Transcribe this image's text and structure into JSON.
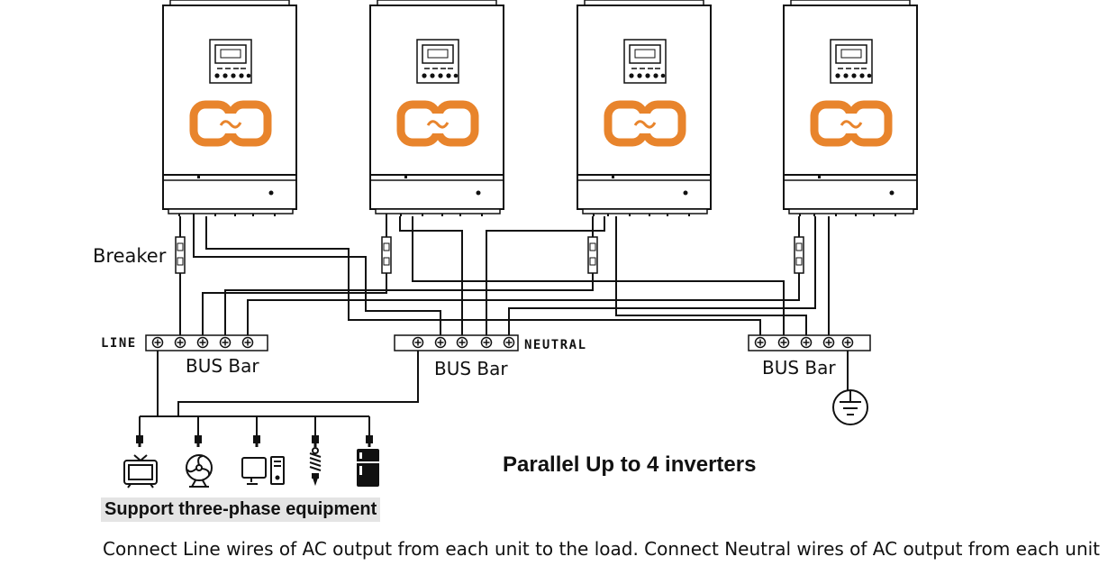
{
  "labels": {
    "breaker": "Breaker",
    "line": "LINE",
    "neutral": "NEUTRAL",
    "bus_bar_1": "BUS Bar",
    "bus_bar_2": "BUS Bar",
    "bus_bar_3": "BUS Bar",
    "title": "Parallel Up to 4 inverters",
    "support": "Support three-phase equipment",
    "description": "Connect Line wires of AC output from each unit to the load. Connect Neutral wires of AC output from each unit"
  },
  "inverter_count": 4,
  "loads": [
    "tv-icon",
    "fan-icon",
    "computer-icon",
    "lamp-icon",
    "refrigerator-icon"
  ],
  "colors": {
    "logo": "#e8842c",
    "line": "#111111"
  }
}
